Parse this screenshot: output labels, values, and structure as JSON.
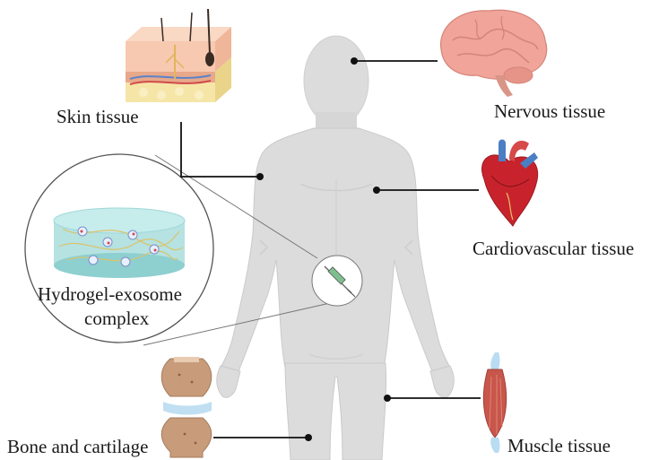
{
  "labels": {
    "skin": "Skin tissue",
    "nervous": "Nervous tissue",
    "cardiovascular": "Cardiovascular tissue",
    "hydrogel_line1": "Hydrogel-exosome",
    "hydrogel_line2": "complex",
    "bone": "Bone and cartilage",
    "muscle": "Muscle tissue"
  },
  "colors": {
    "body": "#dcdcdc",
    "body_outline": "#c8c8c8",
    "brain": "#f0a49a",
    "heart": "#c8232c",
    "vessel": "#4a7fc4",
    "muscle": "#c8564a",
    "hydrogel": "#9fd8d8",
    "skin": "#f7c9b0",
    "bone": "#c89c7a",
    "connector": "#111111"
  }
}
